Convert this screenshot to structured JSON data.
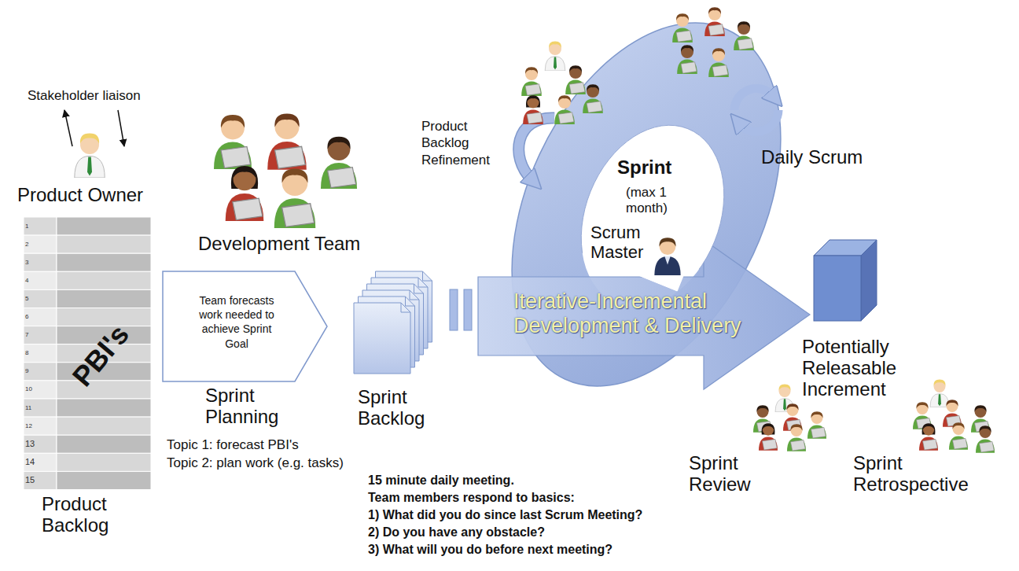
{
  "diagram": {
    "nodes": [
      {
        "text": [
          "1",
          "2",
          "3",
          "4",
          "5",
          "6",
          "7",
          "8",
          "9",
          "10",
          "11",
          "12",
          "13",
          "14",
          "15",
          "PBI's",
          "Product Backlog"
        ]
      },
      {
        "text": [
          "Team forecasts work needed to achieve Sprint Goal",
          "Sprint Planning"
        ]
      },
      {
        "text": [
          "Sprint Backlog"
        ]
      },
      {
        "text": [
          "Iterative-Incremental Development & Delivery"
        ]
      },
      {
        "text": [
          "Sprint",
          "(max 1 month)",
          "Scrum Master"
        ]
      },
      {
        "text": [
          "Potentially Releasable Increment"
        ]
      }
    ],
    "labels": [
      "Stakeholder liaison",
      "Product Owner",
      "Development Team",
      "Product Backlog Refinement",
      "Daily Scrum",
      "Topic 1: forecast PBI's",
      "Topic 2: plan work (e.g. tasks)",
      "Sprint Review",
      "Sprint Retrospective",
      "15 minute daily meeting.",
      "Team members respond to basics:",
      "1) What did you do since last Scrum Meeting?",
      "2) Do you have any obstacle?",
      "3) What will you do before next meeting?"
    ]
  }
}
